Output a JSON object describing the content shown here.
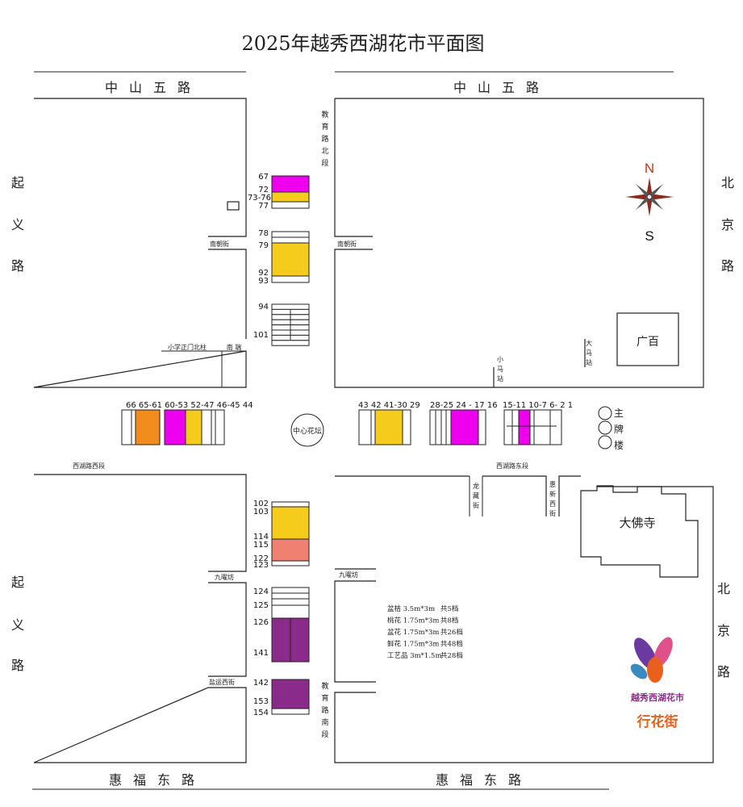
{
  "title": "2025年越秀西湖花市平面图",
  "roads": {
    "top_left": "中山五路",
    "top_right": "中山五路",
    "bottom_left": "惠福东路",
    "bottom_right": "惠福东路",
    "left": [
      "起",
      "义",
      "路"
    ],
    "right": [
      "北",
      "京",
      "路"
    ],
    "edu_north": [
      "教",
      "育",
      "路",
      "北",
      "段"
    ],
    "edu_south": [
      "教",
      "育",
      "路",
      "南",
      "段"
    ]
  },
  "streets": {
    "nanchao_left": "南朝街",
    "nanchao_right": "南朝街",
    "school_gate": "小学正门北柱",
    "south_end": "南 端",
    "xiaoma": [
      "小",
      "马",
      "站"
    ],
    "dama": [
      "大",
      "马",
      "站"
    ],
    "xihu_west": "西湖路西段",
    "xihu_east": "西湖路东段",
    "longcang": [
      "龙",
      "藏",
      "街"
    ],
    "huixin": [
      "惠",
      "新",
      "西",
      "街"
    ],
    "jiuyao_left": "九曜坊",
    "jiuyao_right": "九曜坊",
    "yanyun": "盐运西街"
  },
  "landmarks": {
    "center_garden": "中心花坛",
    "main_arch": [
      "主",
      "牌",
      "楼"
    ],
    "guangbai": "广百",
    "dafo_temple": "大佛寺",
    "compass_n": "N",
    "compass_s": "S"
  },
  "stall_numbers": {
    "north": [
      "67",
      "72",
      "73-76",
      "77",
      "78",
      "79",
      "92",
      "93",
      "94",
      "101"
    ],
    "south": [
      "102",
      "103",
      "114",
      "115",
      "122",
      "123",
      "124",
      "125",
      "126",
      "141",
      "142",
      "153",
      "154"
    ],
    "row_left": "66 65-61 60-53 52-47 46-45 44",
    "row_mid": "43 42 41-30 29",
    "row_mid2": "28-25 24 - 17 16",
    "row_right": "15-11 10-7 6- 2 1"
  },
  "legend": [
    {
      "item": "盆桔 3.5m*3m",
      "count": "共5档"
    },
    {
      "item": "桃花 1.75m*3m",
      "count": "共8档"
    },
    {
      "item": "盆花 1.75m*3m",
      "count": "共26档"
    },
    {
      "item": "鲜花 1.75m*3m",
      "count": "共48档"
    },
    {
      "item": "工艺品 3m*1.5m",
      "count": "共28档"
    }
  ],
  "logo": {
    "name": "越秀西湖花市",
    "sub": "行花街"
  },
  "colors": {
    "magenta": "#ee00ee",
    "yellow": "#f6cc1c",
    "orange": "#f28c1c",
    "salmon": "#f08070",
    "purple": "#8a2a8a",
    "logo_orange": "#e8601c"
  }
}
